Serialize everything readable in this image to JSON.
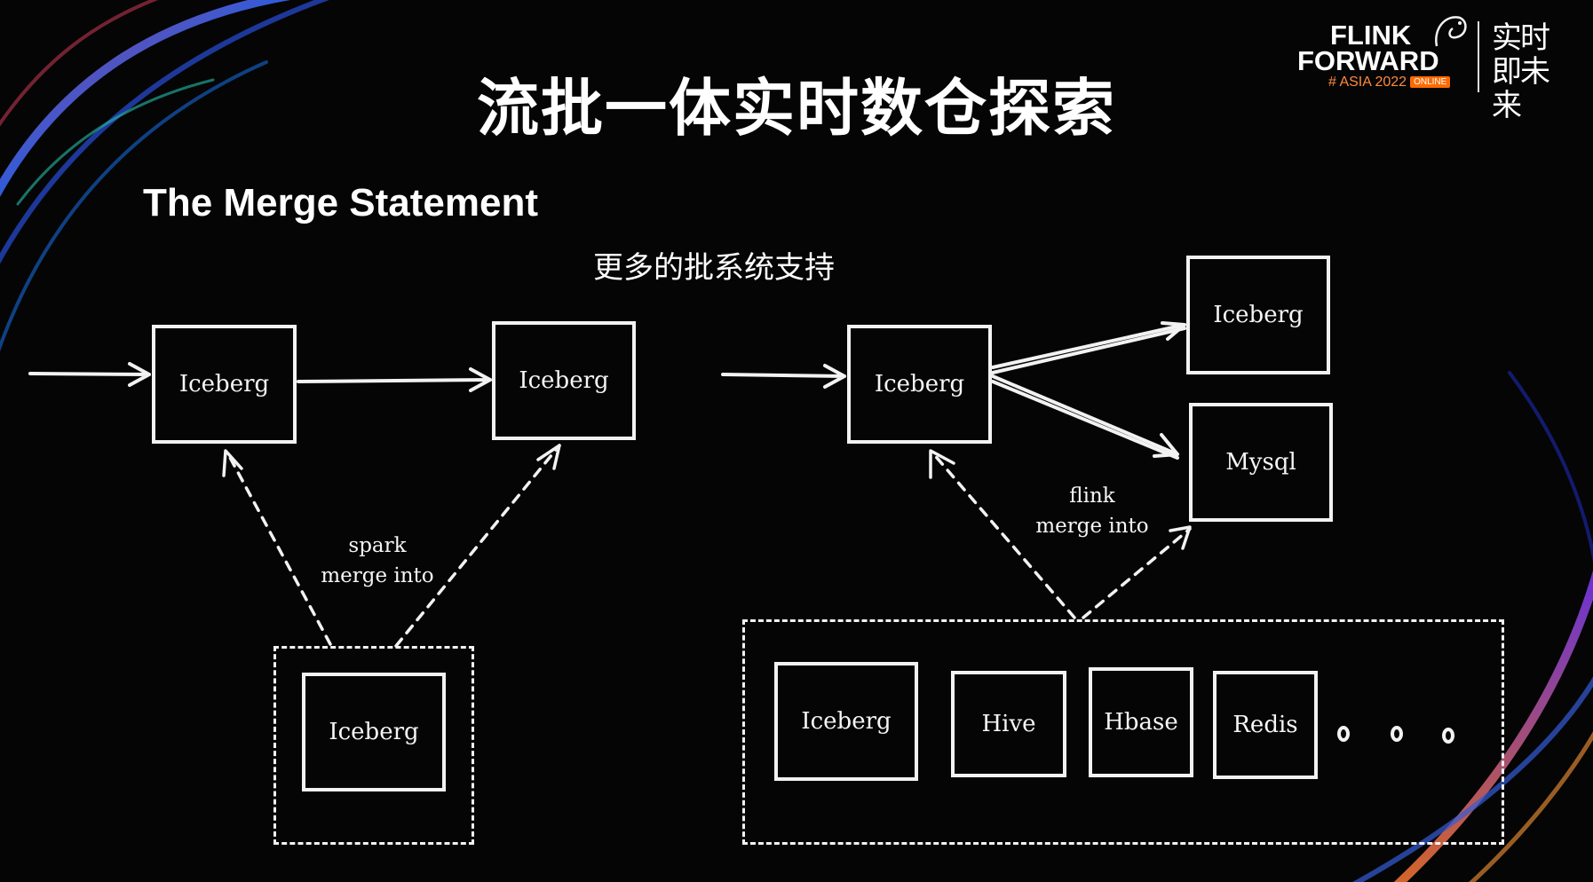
{
  "slide": {
    "title": "流批一体实时数仓探索",
    "subtitle": "The Merge Statement",
    "caption": "更多的批系统支持"
  },
  "logo": {
    "line1": "FLINK",
    "line2": "FORWARD",
    "event": "# ASIA 2022",
    "badge": "ONLINE",
    "slogan": "实时即未来"
  },
  "left_diagram": {
    "source": "Iceberg",
    "target": "Iceberg",
    "batch_box": "Iceberg",
    "edge_label_line1": "spark",
    "edge_label_line2": "merge into"
  },
  "right_diagram": {
    "source": "Iceberg",
    "targets": [
      "Iceberg",
      "Mysql"
    ],
    "batch_systems": [
      "Iceberg",
      "Hive",
      "Hbase",
      "Redis"
    ],
    "edge_label_line1": "flink",
    "edge_label_line2": "merge into"
  },
  "colors": {
    "background": "#050505",
    "foreground": "#f2f2f2",
    "logo_accent": "#ff6a00"
  }
}
